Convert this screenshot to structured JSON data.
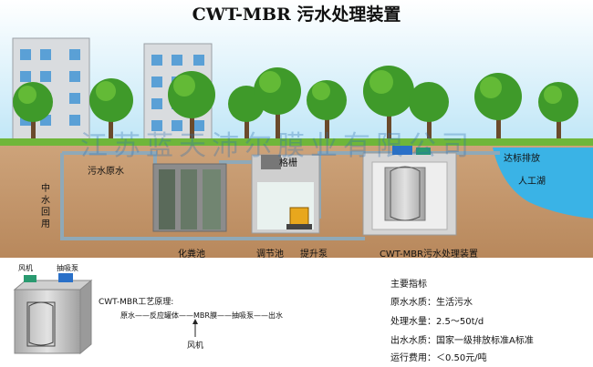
{
  "title": "CWT-MBR 污水处理装置",
  "watermark": "江苏蓝天沛尔膜业有限公司",
  "labels": {
    "sewage_in": "污水原水",
    "grille": "格栅",
    "discharge": "达标排放",
    "lake": "人工湖",
    "reuse": "中水回用",
    "septic_tank": "化粪池",
    "regulating_tank": "调节池",
    "lift_pump": "提升泵",
    "device": "CWT-MBR污水处理装置"
  },
  "inset": {
    "fan": "风机",
    "suction_pump": "抽吸泵",
    "principle_title": "CWT-MBR工艺原理:",
    "principle_flow": "原水——反应罐体——MBR膜——抽吸泵——出水",
    "fan_below": "风机"
  },
  "specs": {
    "heading": "主要指标",
    "rows": [
      "原水水质：生活污水",
      "处理水量：2.5～50t/d",
      "出水水质：国家一级排放标准A标准",
      "运行费用：＜0.50元/吨"
    ]
  },
  "colors": {
    "sky": "#bfe6f7",
    "soil": "#c79c73",
    "grass": "#6fb63a",
    "pipe": "#8fa9b8",
    "water": "#3ab3e6"
  }
}
